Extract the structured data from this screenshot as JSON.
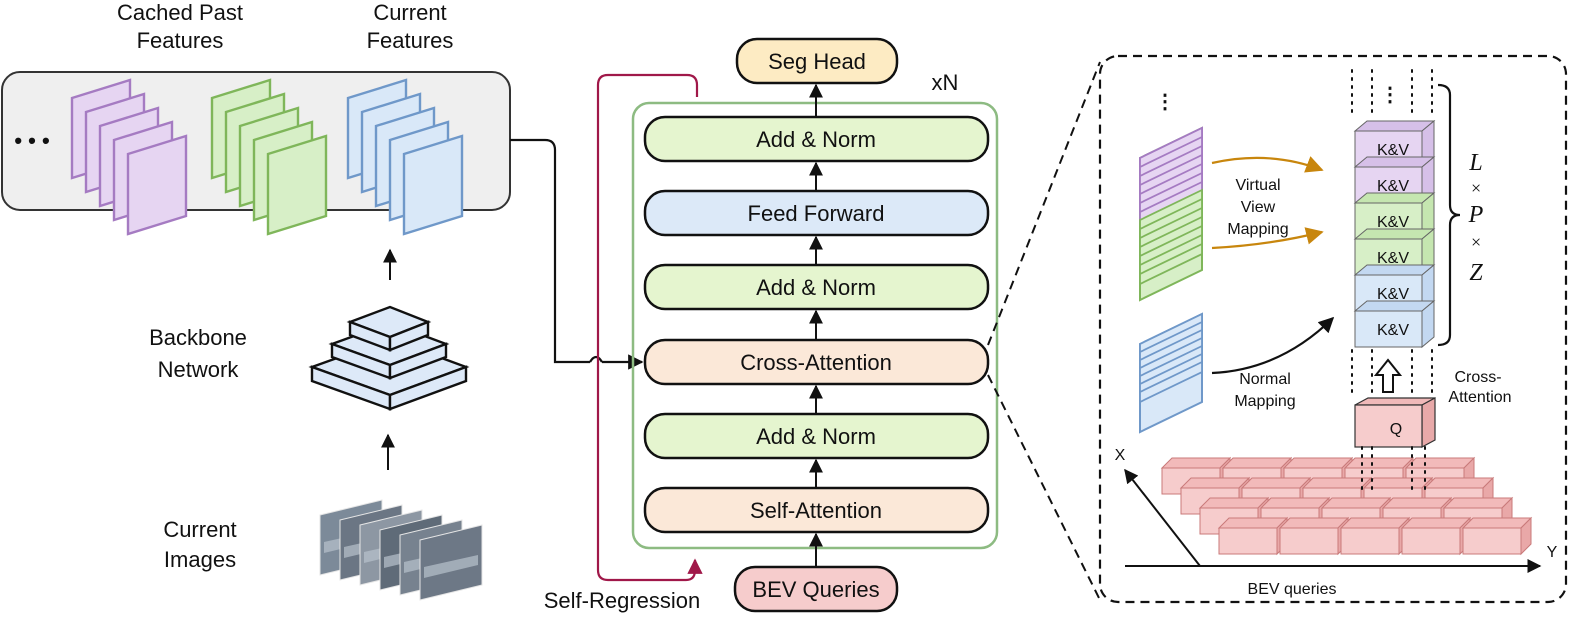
{
  "feature_bank": {
    "cached_label_1": "Cached Past",
    "cached_label_2": "Features",
    "current_label_1": "Current",
    "current_label_2": "Features",
    "ellipsis": "• • •"
  },
  "left_column": {
    "backbone_line1": "Backbone",
    "backbone_line2": "Network",
    "images_line1": "Current",
    "images_line2": "Images"
  },
  "decoder": {
    "repeat_label": "xN",
    "seg_head": "Seg Head",
    "bev_queries": "BEV Queries",
    "self_regression": "Self-Regression",
    "layers": [
      "Add & Norm",
      "Feed Forward",
      "Add & Norm",
      "Cross-Attention",
      "Add & Norm",
      "Self-Attention"
    ]
  },
  "detail": {
    "virtual_line1": "Virtual",
    "virtual_line2": "View",
    "virtual_line3": "Mapping",
    "normal_line1": "Normal",
    "normal_line2": "Mapping",
    "kv_label": "K&V",
    "q_label": "Q",
    "cross_attn_line1": "Cross-",
    "cross_attn_line2": "Attention",
    "dim_L": "L",
    "dim_P": "P",
    "dim_Z": "Z",
    "times": "×",
    "axis_x": "X",
    "axis_y": "Y",
    "bev_queries": "BEV queries"
  },
  "colors": {
    "purple": "#e6d5f2",
    "purple_stroke": "#a57bc2",
    "green": "#d7efc7",
    "green_stroke": "#7fb65a",
    "blue": "#d9e8f8",
    "blue_stroke": "#6f98c9",
    "pink": "#f6cccc",
    "pink_stroke": "#d98787",
    "orange": "#fbe8d8",
    "yellow": "#fdebc3",
    "decoder_green": "#e5f5cf",
    "decoder_blue": "#dce9f8",
    "crimson": "#a01849"
  }
}
